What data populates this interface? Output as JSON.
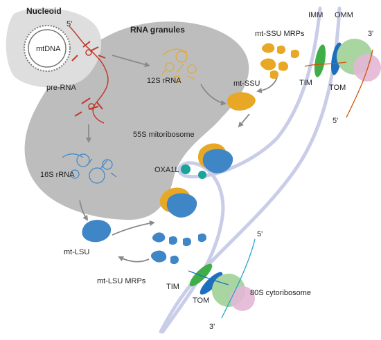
{
  "colors": {
    "nucleoid_fill": "#d9d9d9",
    "granule_fill": "#bdbdbd",
    "membrane": "#c9cde8",
    "rna_red": "#c0392b",
    "rna_orange": "#d35400",
    "ssu_gold": "#e8a825",
    "lsu_blue": "#3f86c6",
    "tim_green": "#3fae49",
    "tom_blue": "#1f6fbf",
    "oxa_teal": "#1aa398",
    "cyto_green": "#a8d5a0",
    "cyto_pink": "#e3b7d6",
    "arrow_gray": "#8a8a8a",
    "mrna_cyan": "#1fa7c9"
  },
  "labels": {
    "nucleoid": "Nucleoid",
    "mtdna": "mtDNA",
    "five_prime_top": "5'",
    "pre_rna": "pre-RNA",
    "rna_granules": "RNA granules",
    "rrna_12s": "12S rRNA",
    "rrna_16s": "16S rRNA",
    "mt_ssu": "mt-SSU",
    "mt_ssu_mrps": "mt-SSU MRPs",
    "imm": "IMM",
    "omm": "OMM",
    "tim_top": "TIM",
    "tom_top": "TOM",
    "three_prime_top": "3'",
    "five_prime_right": "5'",
    "mitoribosome_55s": "55S mitoribosome",
    "oxa1l": "OXA1L",
    "mt_lsu": "mt-LSU",
    "mt_lsu_mrps": "mt-LSU MRPs",
    "tim_bottom": "TIM",
    "tom_bottom": "TOM",
    "cytoribosome_80s": "80S cytoribosome",
    "five_prime_bottom": "5'",
    "three_prime_bottom": "3'"
  }
}
